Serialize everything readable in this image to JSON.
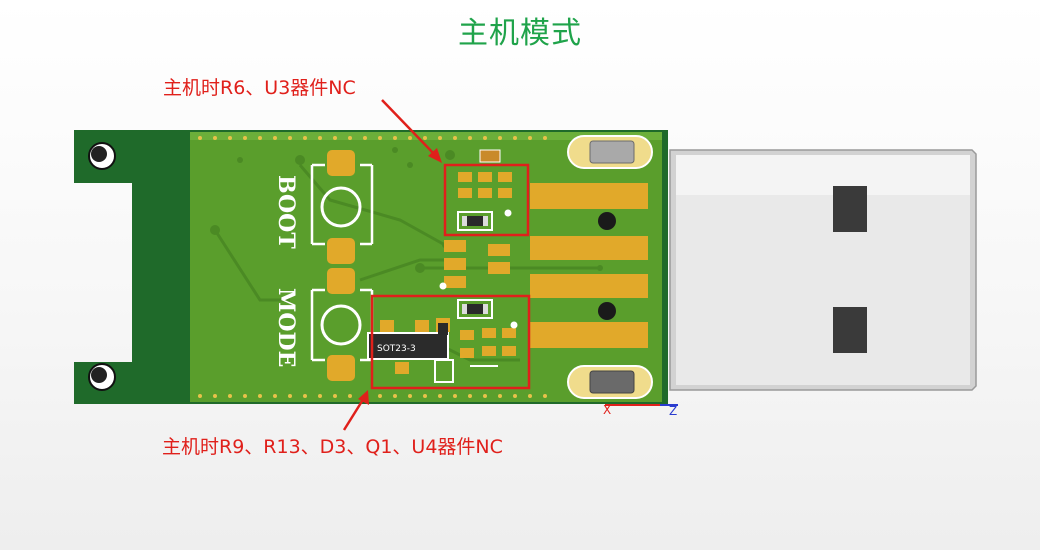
{
  "title": "主机模式",
  "callouts": {
    "top": "主机时R6、U3器件NC",
    "bottom": "主机时R9、R13、D3、Q1、U4器件NC"
  },
  "board": {
    "button_boot": "BOOT",
    "button_mode": "MODE",
    "chip_label": "SOT23-3",
    "axis_x": "X",
    "axis_z": "Z"
  },
  "colors": {
    "title": "#1fa34a",
    "callout": "#e0201b",
    "pcb": "#5a9e2c",
    "pcb_dark": "#1f6a2a",
    "gold": "#e1a92a"
  }
}
